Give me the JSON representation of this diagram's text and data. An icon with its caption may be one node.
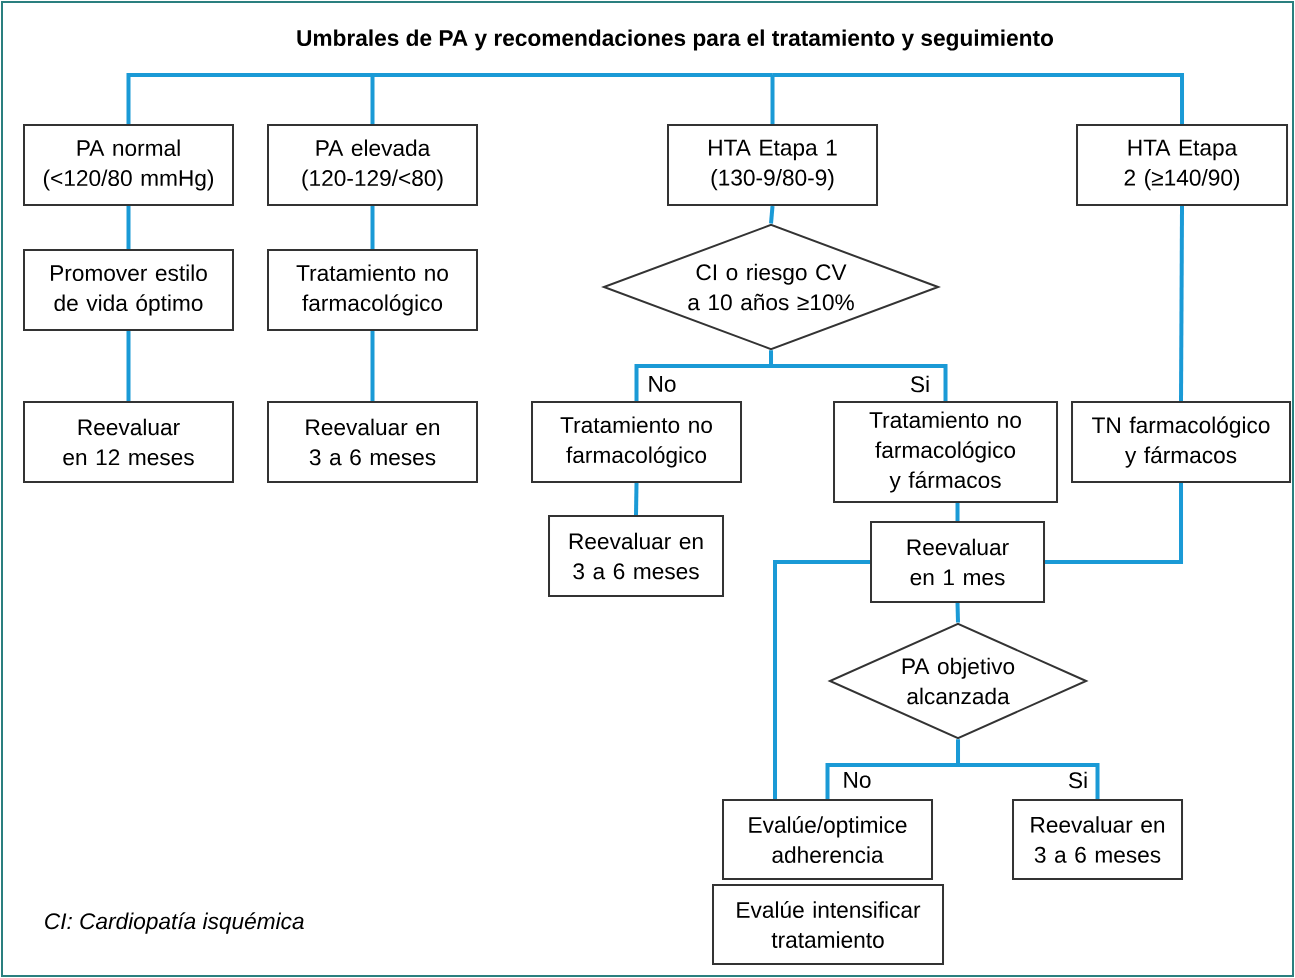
{
  "diagram": {
    "title": "Umbrales de PA y recomendaciones para el tratamiento y seguimiento",
    "nodes": [
      {
        "text": [
          "PA normal (<120/80 mmHg)"
        ]
      },
      {
        "text": [
          "PA elevada (120-129/<80)"
        ]
      },
      {
        "text": [
          "HTA Etapa 1 (130-9/80-9)"
        ]
      },
      {
        "text": [
          "HTA Etapa 2 (≥140/90)"
        ]
      },
      {
        "text": [
          "Promover estilo de vida óptimo"
        ]
      },
      {
        "text": [
          "Tratamiento no farmacológico"
        ]
      },
      {
        "text": [
          "CI o riesgo CV a 10 años ≥10%"
        ]
      },
      {
        "text": [
          "Reevaluar en 12 meses"
        ]
      },
      {
        "text": [
          "Reevaluar en 3 a 6 meses"
        ]
      },
      {
        "text": [
          "Tratamiento no farmacológico"
        ]
      },
      {
        "text": [
          "Tratamiento no farmacológico y fármacos"
        ]
      },
      {
        "text": [
          "TN farmacológico y fármacos"
        ]
      },
      {
        "text": [
          "Reevaluar en 3 a 6 meses"
        ]
      },
      {
        "text": [
          "Reevaluar en 1 mes"
        ]
      },
      {
        "text": [
          "PA objetivo alcanzada"
        ]
      },
      {
        "text": [
          "Evalúe/optimice adherencia"
        ]
      },
      {
        "text": [
          "Reevaluar en 3 a 6 meses"
        ]
      },
      {
        "text": [
          "Evalúe intensificar tratamiento"
        ]
      }
    ],
    "edges": [
      {
        "from": null,
        "to": 0,
        "arrow": "none"
      },
      {
        "from": null,
        "to": 1,
        "arrow": "none"
      },
      {
        "from": null,
        "to": 2,
        "arrow": "none"
      },
      {
        "from": null,
        "to": 3,
        "arrow": "none"
      },
      {
        "from": 0,
        "to": 4,
        "arrow": "none"
      },
      {
        "from": 4,
        "to": 7,
        "arrow": "none"
      },
      {
        "from": 1,
        "to": 5,
        "arrow": "none"
      },
      {
        "from": 5,
        "to": 8,
        "arrow": "none"
      },
      {
        "from": 2,
        "to": 6,
        "arrow": "none"
      },
      {
        "from": 6,
        "to": 9,
        "arrow": "none",
        "label": "No"
      },
      {
        "from": 6,
        "to": 10,
        "arrow": "none",
        "label": "Si"
      },
      {
        "from": 3,
        "to": 11,
        "arrow": "none"
      },
      {
        "from": 9,
        "to": 12,
        "arrow": "none"
      },
      {
        "from": 10,
        "to": 13,
        "arrow": "none"
      },
      {
        "from": 11,
        "to": 13,
        "arrow": "none"
      },
      {
        "from": 13,
        "to": 14,
        "arrow": "none"
      },
      {
        "from": 14,
        "to": 15,
        "arrow": "none",
        "label": "No"
      },
      {
        "from": 14,
        "to": 16,
        "arrow": "none",
        "label": "Si"
      },
      {
        "from": 15,
        "to": 13,
        "arrow": "none"
      }
    ],
    "labels": [
      "CI: Cardiopatía isquémica"
    ]
  }
}
